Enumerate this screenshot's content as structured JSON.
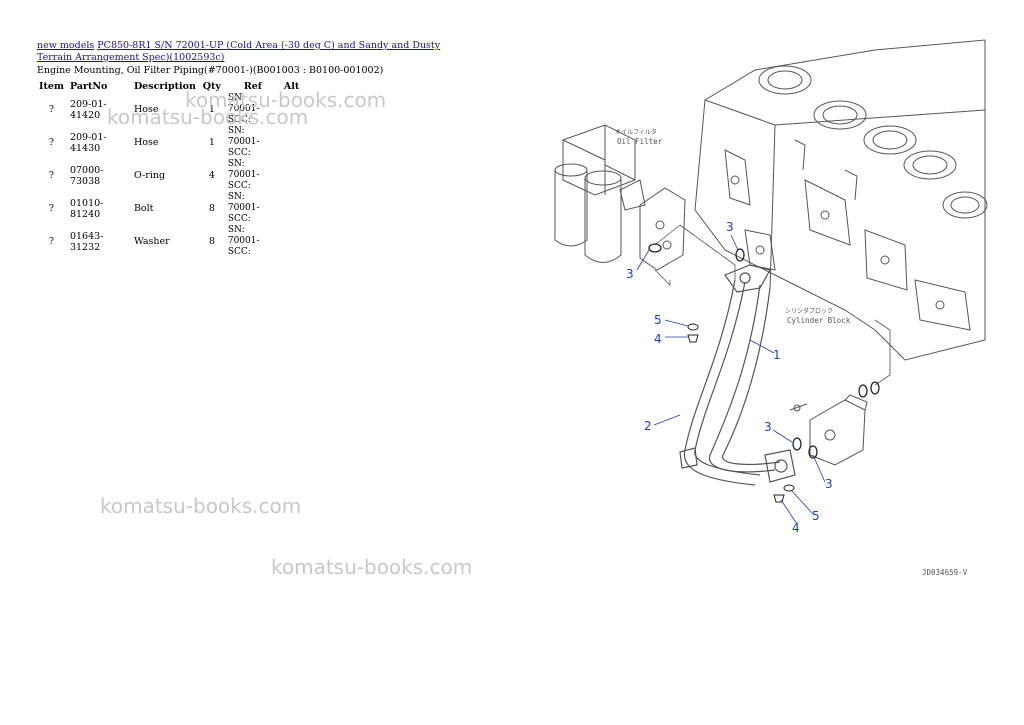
{
  "breadcrumb": {
    "link1": "new models",
    "link2": "PC850-8R1 S/N 72001-UP (Cold Area (-30 deg C) and Sandy and Dusty Terrain Arrangement Spec)(1002593c)"
  },
  "subtitle": "Engine Mounting, Oil Filter Piping(#70001-)(B001003 : B0100-001002)",
  "table": {
    "headers": [
      "Item",
      "PartNo",
      "Description",
      "Qty",
      "Ref",
      "Alt"
    ],
    "rows": [
      {
        "item": "?",
        "partno": "209-01-41420",
        "desc": "Hose",
        "qty": "1",
        "ref": "SN: 70001-SCC:",
        "alt": ""
      },
      {
        "item": "?",
        "partno": "209-01-41430",
        "desc": "Hose",
        "qty": "1",
        "ref": "SN: 70001-SCC:",
        "alt": ""
      },
      {
        "item": "?",
        "partno": "07000-73038",
        "desc": "O-ring",
        "qty": "4",
        "ref": "SN: 70001-SCC:",
        "alt": ""
      },
      {
        "item": "?",
        "partno": "01010-81240",
        "desc": "Bolt",
        "qty": "8",
        "ref": "SN: 70001-SCC:",
        "alt": ""
      },
      {
        "item": "?",
        "partno": "01643-31232",
        "desc": "Washer",
        "qty": "8",
        "ref": "SN: 70001-SCC:",
        "alt": ""
      }
    ]
  },
  "watermark": "komatsu-books.com",
  "diagram": {
    "oil_filter_jp": "オイルフィルタ",
    "oil_filter_en": "Oil Filter",
    "cyl_block_jp": "シリンダブロック",
    "cyl_block_en": "Cylinder Block",
    "figure_id": "JD034659-V",
    "callouts": [
      "1",
      "2",
      "3",
      "4",
      "5"
    ]
  }
}
